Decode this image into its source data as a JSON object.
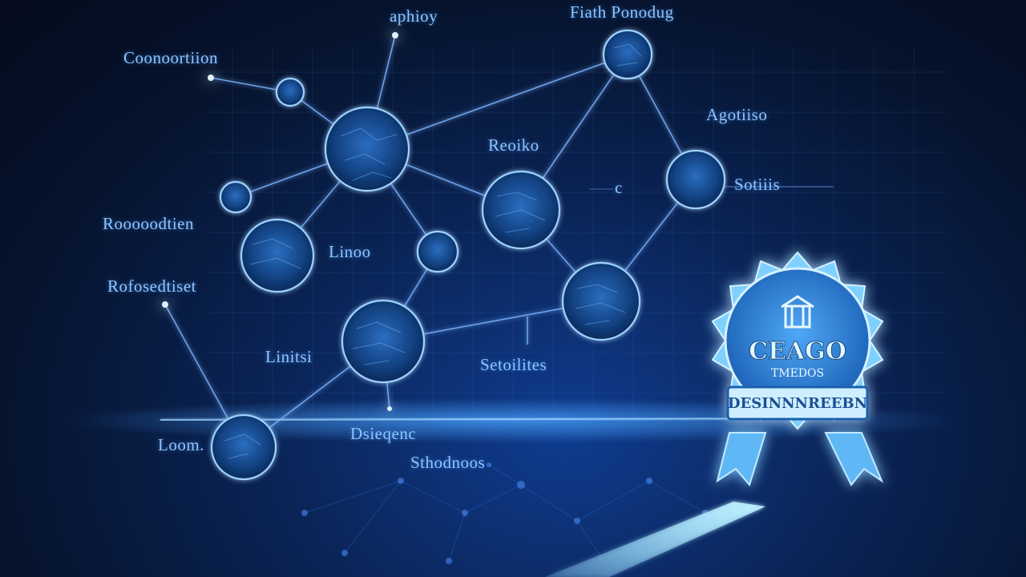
{
  "labels": {
    "top_center": "aphioy",
    "top_right": "Fiath Ponodug",
    "top_left": "Coonoortiion",
    "right_upper": "Agotiiso",
    "middle": "Reoiko",
    "c_mark": "c",
    "right_middle": "Sotiiis",
    "left_upper": "Rooooodtien",
    "center_left": "Linoo",
    "left_middle": "Rofosedtiset",
    "left_lower": "Linitsi",
    "bottom_center": "Setoilites",
    "bottom_left": "Loom.",
    "bottom_mid": "Dsieqenc",
    "bottom_mid2": "Sthodnoos"
  },
  "badge": {
    "title": "CEAGO",
    "subtitle": "TMEDOS",
    "banner": "DESINNNREEBN"
  },
  "colors": {
    "node_glow": "#6fb8ff",
    "line": "#7cb4ff",
    "badge": "#7fd0ff",
    "badge_dark": "#1a62b8"
  }
}
